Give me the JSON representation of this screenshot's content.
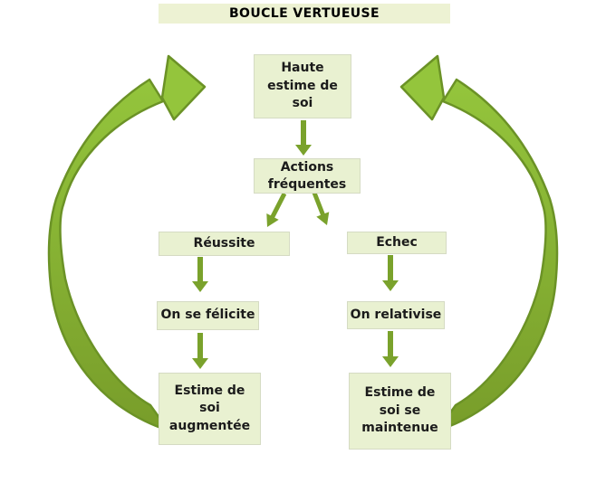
{
  "title": "BOUCLE VERTUEUSE",
  "colors": {
    "box-fill": "#e9f1d1",
    "box-border": "#d5dbc3",
    "title-fill": "#edf2d3",
    "text": "#1b1b1b",
    "arrow": "#7aa22c",
    "arrow-light": "#94c53c",
    "arrow-dark": "#789d2a",
    "arrow-outline": "#6b9226"
  },
  "nodes": {
    "haute_estime": {
      "label": "Haute\nestime de\nsoi"
    },
    "actions": {
      "label": "Actions\nfréquentes"
    },
    "reussite": {
      "label": "Réussite"
    },
    "echec": {
      "label": "Echec"
    },
    "felicite": {
      "label": "On se félicite"
    },
    "relativise": {
      "label": "On relativise"
    },
    "augmentee": {
      "label": "Estime de\nsoi\naugmentée"
    },
    "maintenue": {
      "label": "Estime de\nsoi se\nmaintenue"
    }
  }
}
